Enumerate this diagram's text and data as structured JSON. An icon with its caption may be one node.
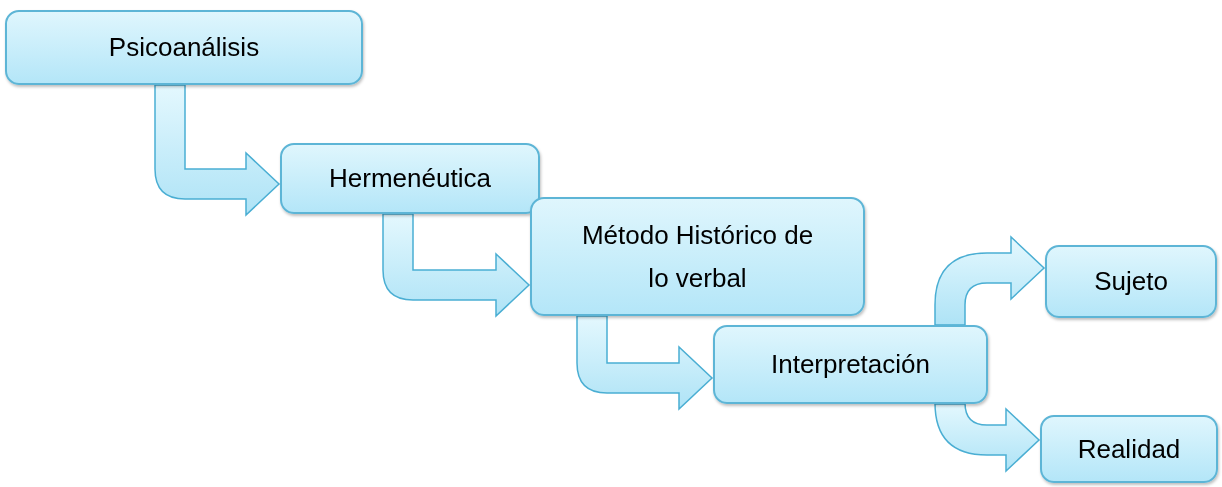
{
  "diagram": {
    "nodes": [
      {
        "text": [
          "Psicoanálisis"
        ]
      },
      {
        "text": [
          "Hermenéutica"
        ]
      },
      {
        "text": [
          "Método Histórico de lo verbal"
        ]
      },
      {
        "text": [
          "Interpretación"
        ]
      },
      {
        "text": [
          "Sujeto"
        ]
      },
      {
        "text": [
          "Realidad"
        ]
      }
    ],
    "edges": [
      {
        "from": 0,
        "to": 1,
        "arrow": "to"
      },
      {
        "from": 1,
        "to": 2,
        "arrow": "to"
      },
      {
        "from": 2,
        "to": 3,
        "arrow": "to"
      },
      {
        "from": 3,
        "to": 4,
        "arrow": "to"
      },
      {
        "from": 3,
        "to": 5,
        "arrow": "to"
      }
    ]
  }
}
